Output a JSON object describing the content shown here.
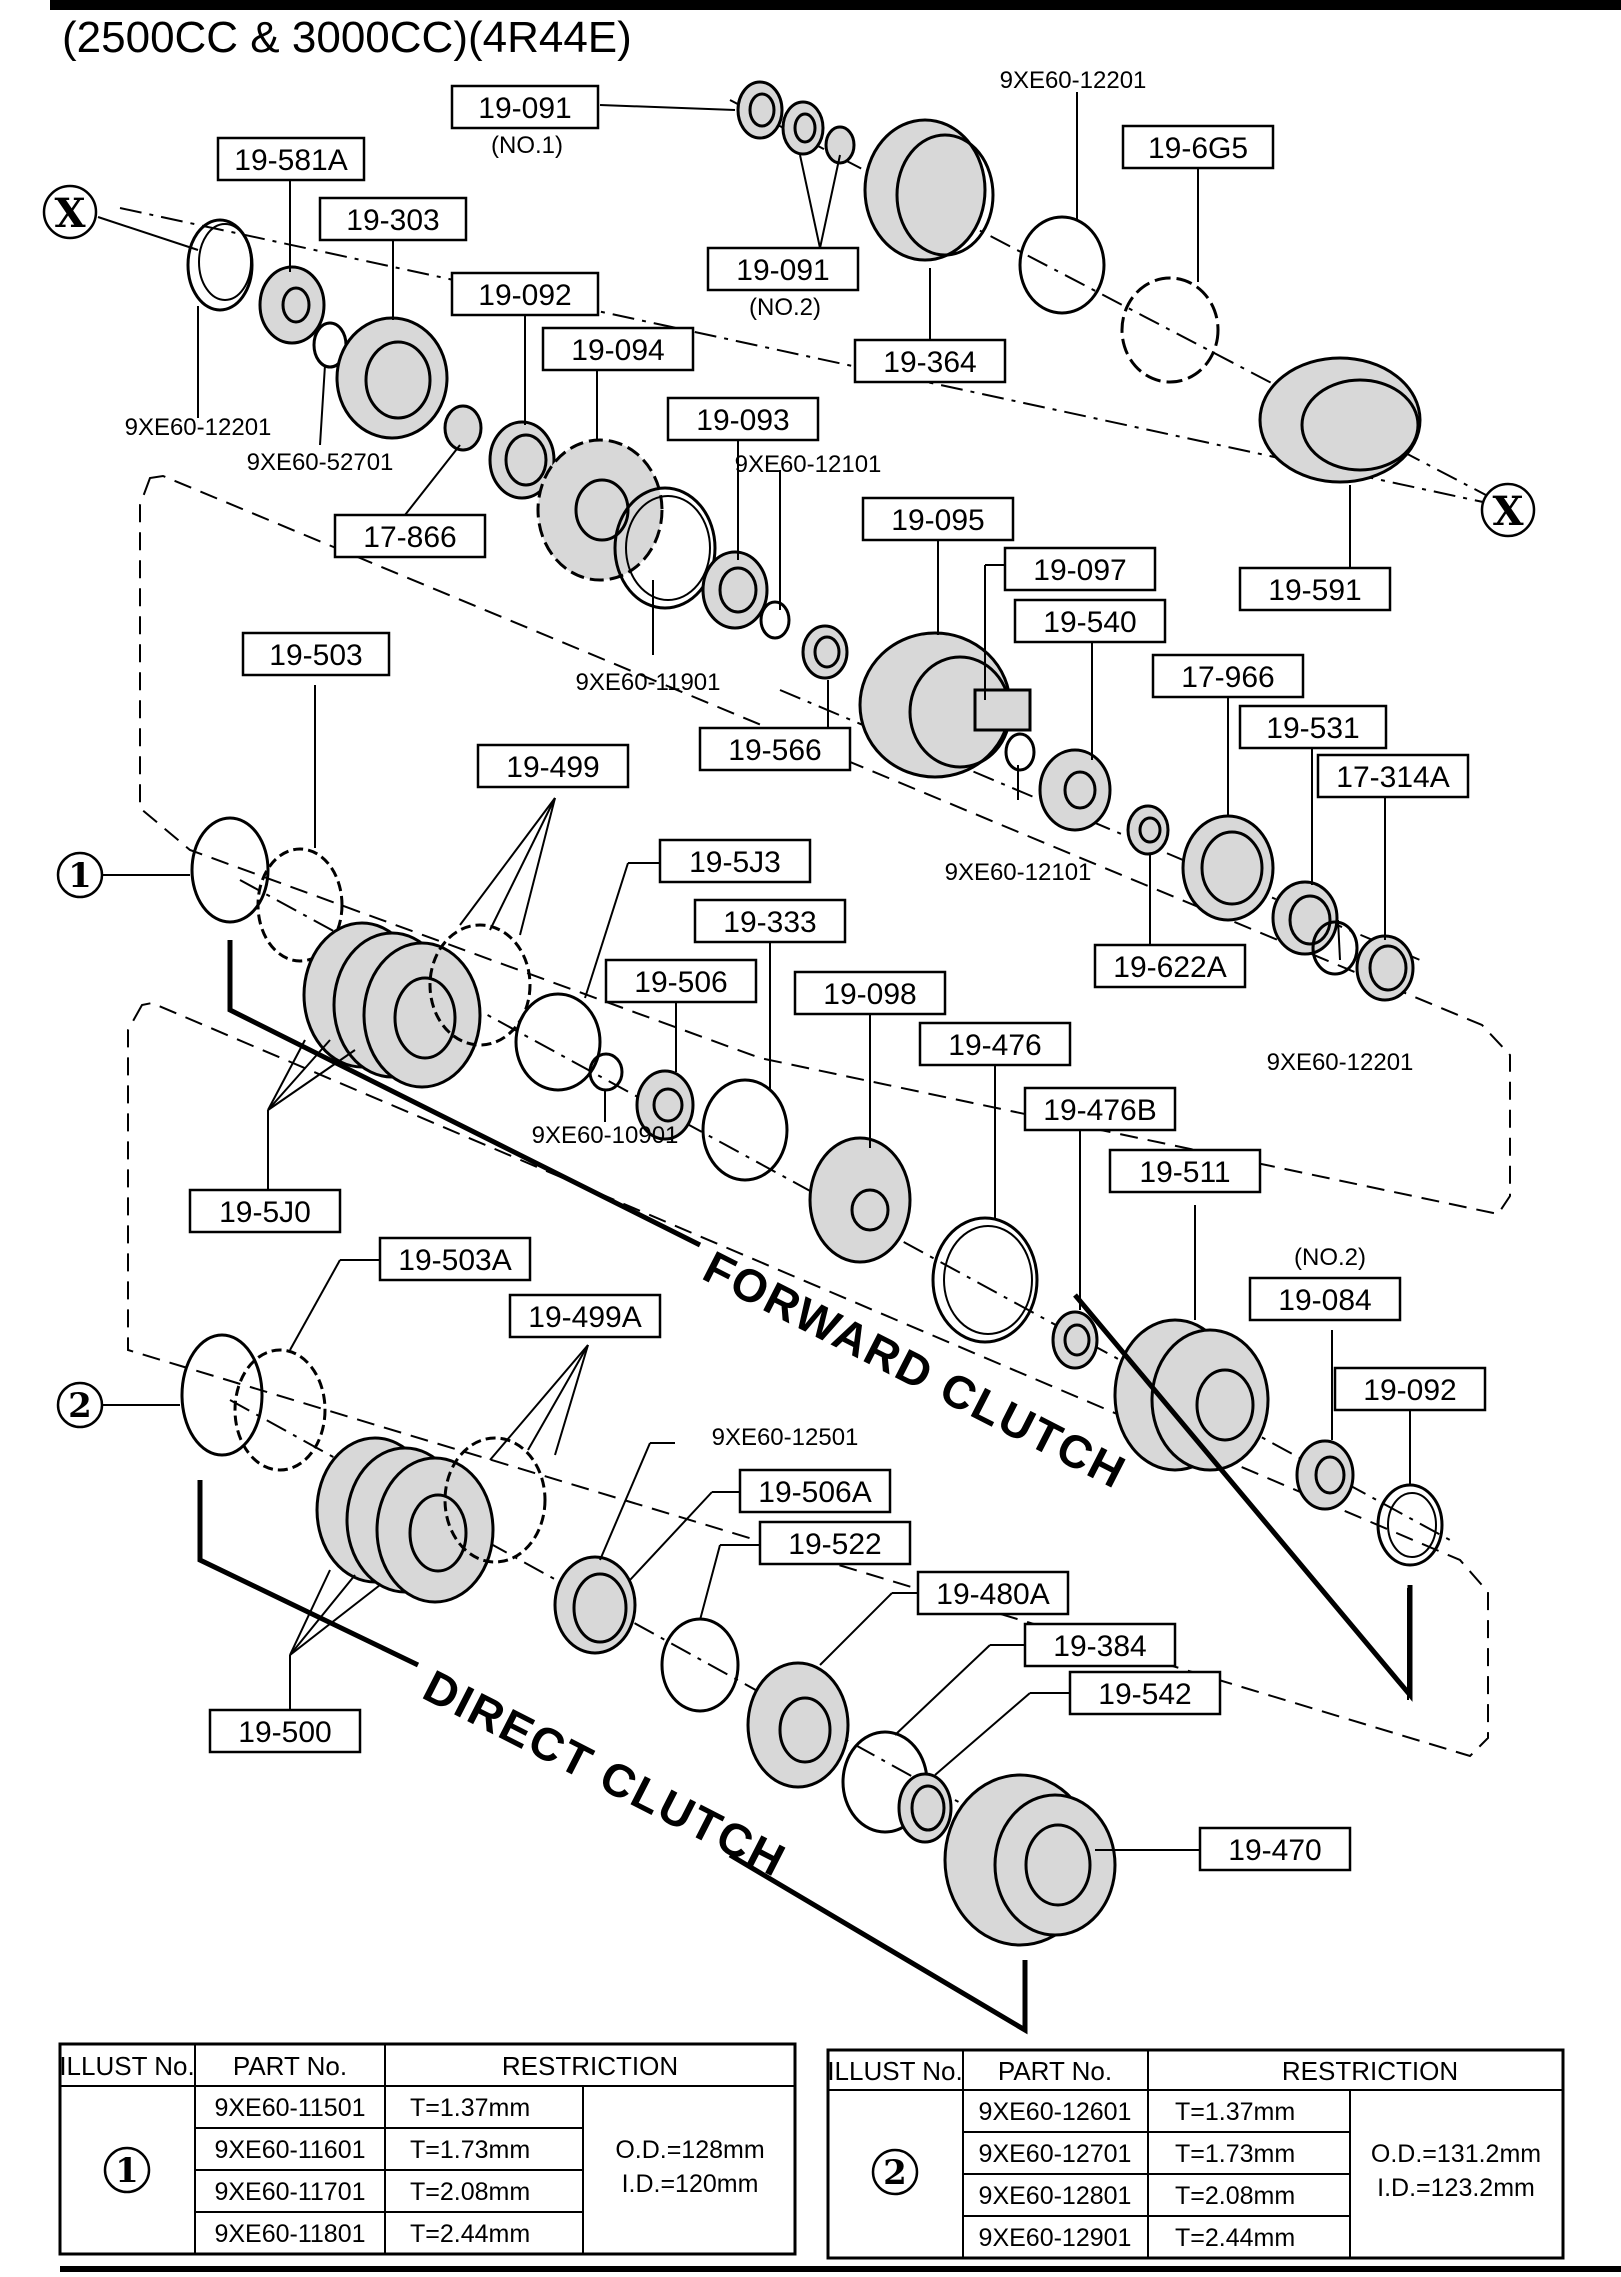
{
  "header": {
    "title": "(2500CC & 3000CC)(4R44E)"
  },
  "group_labels": {
    "forward_clutch": "FORWARD CLUTCH",
    "direct_clutch": "DIRECT CLUTCH"
  },
  "markers": {
    "x": "X",
    "one": "1",
    "two": "2"
  },
  "callouts": {
    "p19_091_a": "19-091",
    "p19_091_a_note": "(NO.1)",
    "p19_091_b": "19-091",
    "p19_091_b_note": "(NO.2)",
    "p9xe60_12201_a": "9XE60-12201",
    "p19_6g5": "19-6G5",
    "p19_581a": "19-581A",
    "p19_303": "19-303",
    "p19_092_a": "19-092",
    "p19_094": "19-094",
    "p19_364": "19-364",
    "p9xe60_12201_b": "9XE60-12201",
    "p9xe60_52701": "9XE60-52701",
    "p19_093": "19-093",
    "p9xe60_12101_a": "9XE60-12101",
    "p17_866": "17-866",
    "p19_095": "19-095",
    "p19_591": "19-591",
    "p19_097": "19-097",
    "p19_540": "19-540",
    "p9xe60_11901": "9XE60-11901",
    "p17_966": "17-966",
    "p19_503": "19-503",
    "p19_566": "19-566",
    "p19_531": "19-531",
    "p19_499": "19-499",
    "p17_314a": "17-314A",
    "p19_5j3": "19-5J3",
    "p9xe60_12101_b": "9XE60-12101",
    "p19_333": "19-333",
    "p19_622a": "19-622A",
    "p19_506": "19-506",
    "p19_098": "19-098",
    "p9xe60_12201_c": "9XE60-12201",
    "p19_476": "19-476",
    "p19_476b": "19-476B",
    "p9xe60_10901": "9XE60-10901",
    "p19_511": "19-511",
    "p19_5j0": "19-5J0",
    "p19_084_note": "(NO.2)",
    "p19_084": "19-084",
    "p19_503a": "19-503A",
    "p19_499a": "19-499A",
    "p19_092_b": "19-092",
    "p9xe60_12501": "9XE60-12501",
    "p19_506a": "19-506A",
    "p19_522": "19-522",
    "p19_480a": "19-480A",
    "p19_384": "19-384",
    "p19_542": "19-542",
    "p19_500": "19-500",
    "p19_470": "19-470"
  },
  "table_left": {
    "headers": [
      "ILLUST No.",
      "PART No.",
      "RESTRICTION"
    ],
    "illust": "1",
    "rows": [
      {
        "part": "9XE60-11501",
        "t": "T=1.37mm"
      },
      {
        "part": "9XE60-11601",
        "t": "T=1.73mm"
      },
      {
        "part": "9XE60-11701",
        "t": "T=2.08mm"
      },
      {
        "part": "9XE60-11801",
        "t": "T=2.44mm"
      }
    ],
    "od": "O.D.=128mm",
    "id": "I.D.=120mm"
  },
  "table_right": {
    "headers": [
      "ILLUST No.",
      "PART No.",
      "RESTRICTION"
    ],
    "illust": "2",
    "rows": [
      {
        "part": "9XE60-12601",
        "t": "T=1.37mm"
      },
      {
        "part": "9XE60-12701",
        "t": "T=1.73mm"
      },
      {
        "part": "9XE60-12801",
        "t": "T=2.08mm"
      },
      {
        "part": "9XE60-12901",
        "t": "T=2.44mm"
      }
    ],
    "od": "O.D.=131.2mm",
    "id": "I.D.=123.2mm"
  }
}
